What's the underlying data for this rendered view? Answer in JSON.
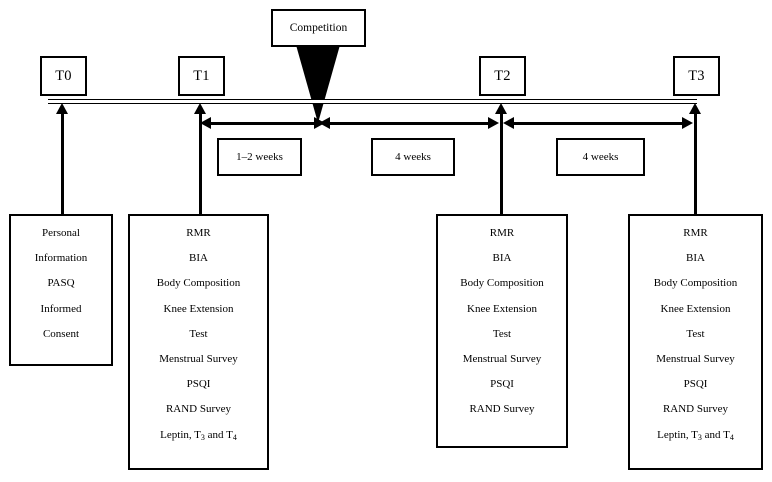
{
  "figure": {
    "type": "study-timeline-flow-diagram",
    "title": "",
    "ink_color": "#000000",
    "background_color": "#ffffff"
  },
  "timeline": {
    "name": "study-timeline",
    "style": "double-rule-horizontal"
  },
  "event": {
    "label": "Competition",
    "marker": "solid-black-funnel-triangle"
  },
  "timepoints": [
    {
      "id": "t0",
      "label": "T0"
    },
    {
      "id": "t1",
      "label": "T1"
    },
    {
      "id": "t2",
      "label": "T2"
    },
    {
      "id": "t3",
      "label": "T3"
    }
  ],
  "intervals": [
    {
      "id": "t1-to-competition",
      "label": "1–2 weeks",
      "from": "T1",
      "to": "Competition"
    },
    {
      "id": "competition-to-t2",
      "label": "4 weeks",
      "from": "Competition",
      "to": "T2"
    },
    {
      "id": "t2-to-t3",
      "label": "4 weeks",
      "from": "T2",
      "to": "T3"
    }
  ],
  "protocols": [
    {
      "id": "t0-protocol",
      "timepoint": "T0",
      "items": [
        "Personal",
        "Information",
        "PASQ",
        "Informed",
        "Consent"
      ]
    },
    {
      "id": "t1-protocol",
      "timepoint": "T1",
      "items": [
        "RMR",
        "BIA",
        "Body Composition",
        "Knee Extension",
        "Test",
        "Menstrual Survey",
        "PSQI",
        "RAND Survey",
        "Leptin, T3 and T4"
      ]
    },
    {
      "id": "t2-protocol",
      "timepoint": "T2",
      "items": [
        "RMR",
        "BIA",
        "Body Composition",
        "Knee Extension",
        "Test",
        "Menstrual Survey",
        "PSQI",
        "RAND Survey"
      ]
    },
    {
      "id": "t3-protocol",
      "timepoint": "T3",
      "items": [
        "RMR",
        "BIA",
        "Body Composition",
        "Knee Extension",
        "Test",
        "Menstrual Survey",
        "PSQI",
        "RAND Survey",
        "Leptin, T3 and T4"
      ]
    }
  ]
}
